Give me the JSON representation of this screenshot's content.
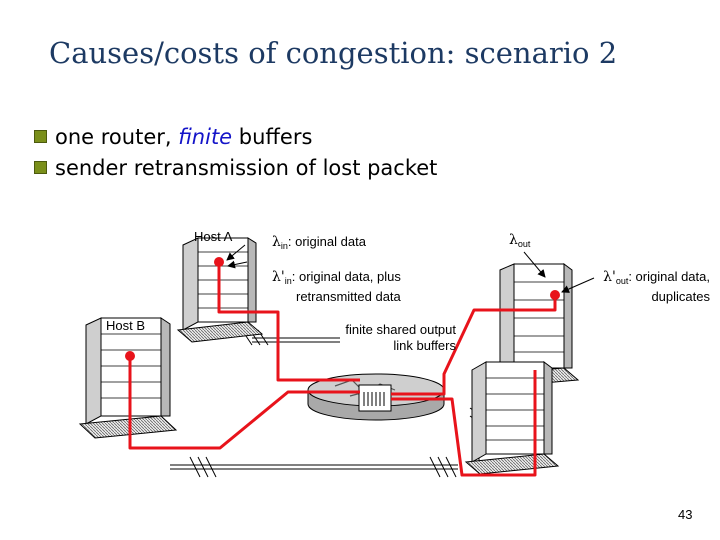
{
  "title": "Causes/costs of congestion: scenario 2",
  "bullets": {
    "line1": {
      "pre": "one router, ",
      "em": "finite",
      "post": " buffers"
    },
    "line2": "sender retransmission of lost packet"
  },
  "labels": {
    "host_a": "Host A",
    "host_b": "Host B",
    "lambda": "λ",
    "lambda_prime": "λ'",
    "sub_in": "in",
    "sub_out": "out",
    "lambda_in_text": ": original data",
    "lambda_prime_in_text_1": ": original data, plus",
    "lambda_prime_in_text_2": "retransmitted data",
    "lambda_out_prime_text_1": ": original data,",
    "lambda_out_prime_text_2": "duplicates",
    "buffers_1": "finite shared output",
    "buffers_2": "link buffers"
  },
  "page_number": "43",
  "colors": {
    "title": "#1d3a63",
    "flow": "#e8131b",
    "finite_word": "#1414c8",
    "bullet": "#7a8f1a"
  }
}
